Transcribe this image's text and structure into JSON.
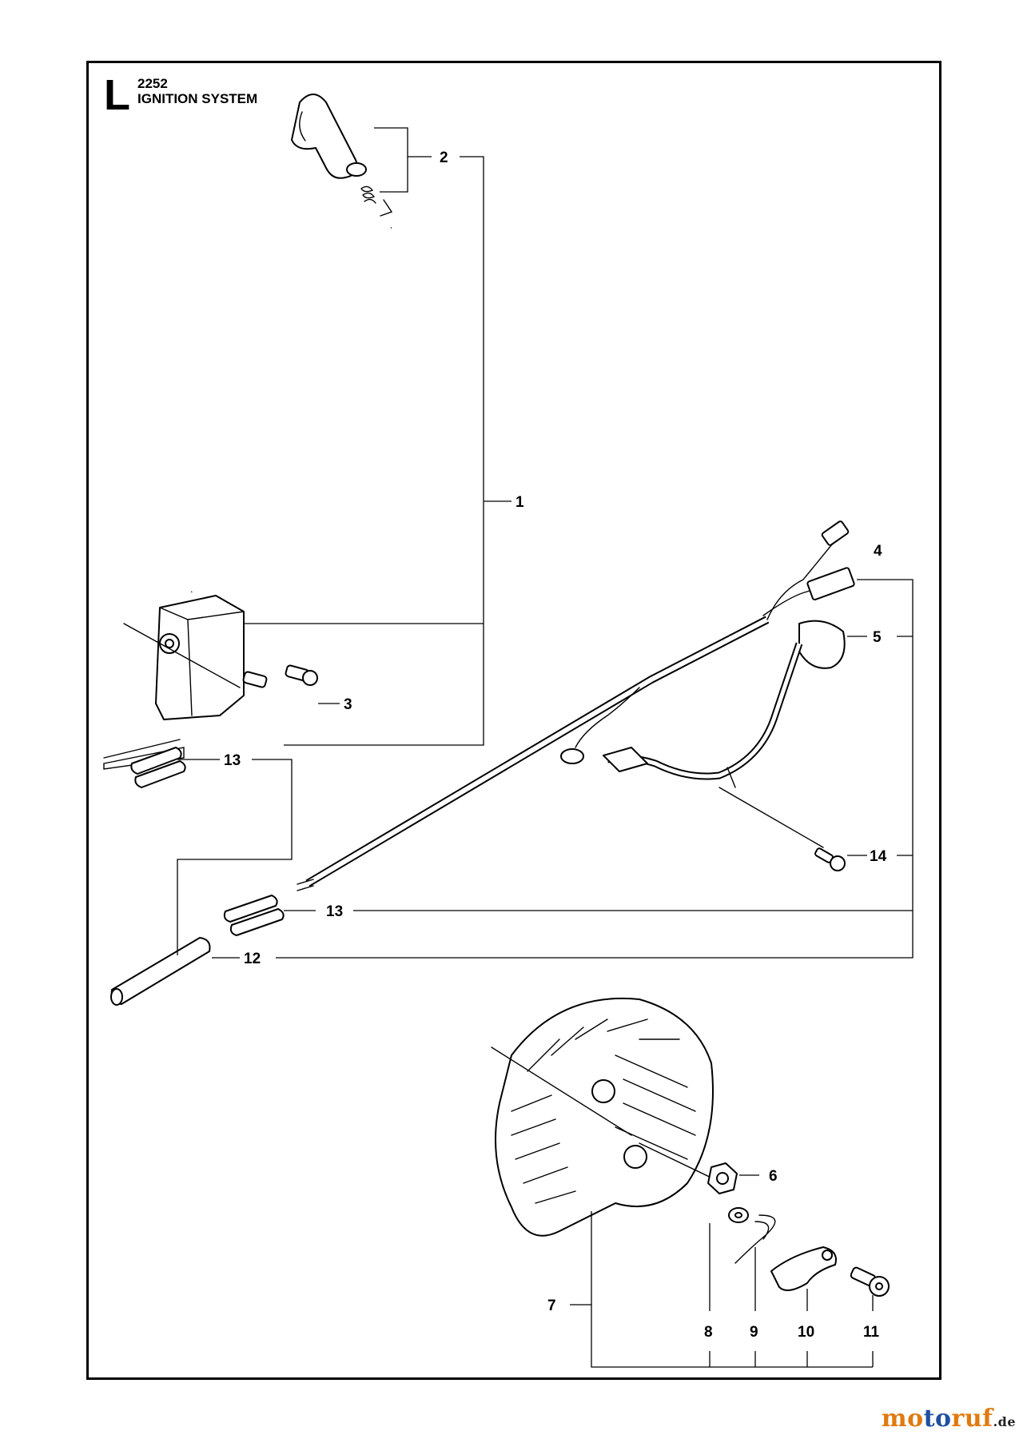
{
  "header": {
    "section_letter": "L",
    "code": "2252",
    "title": "IGNITION SYSTEM"
  },
  "callouts": [
    "1",
    "2",
    "3",
    "4",
    "5",
    "6",
    "7",
    "8",
    "9",
    "10",
    "11",
    "12",
    "13",
    "13",
    "14"
  ],
  "watermark": {
    "brand": "motoruf",
    "tld": ".de",
    "color_orange": "#e07a10",
    "color_blue": "#1e4fa0"
  }
}
